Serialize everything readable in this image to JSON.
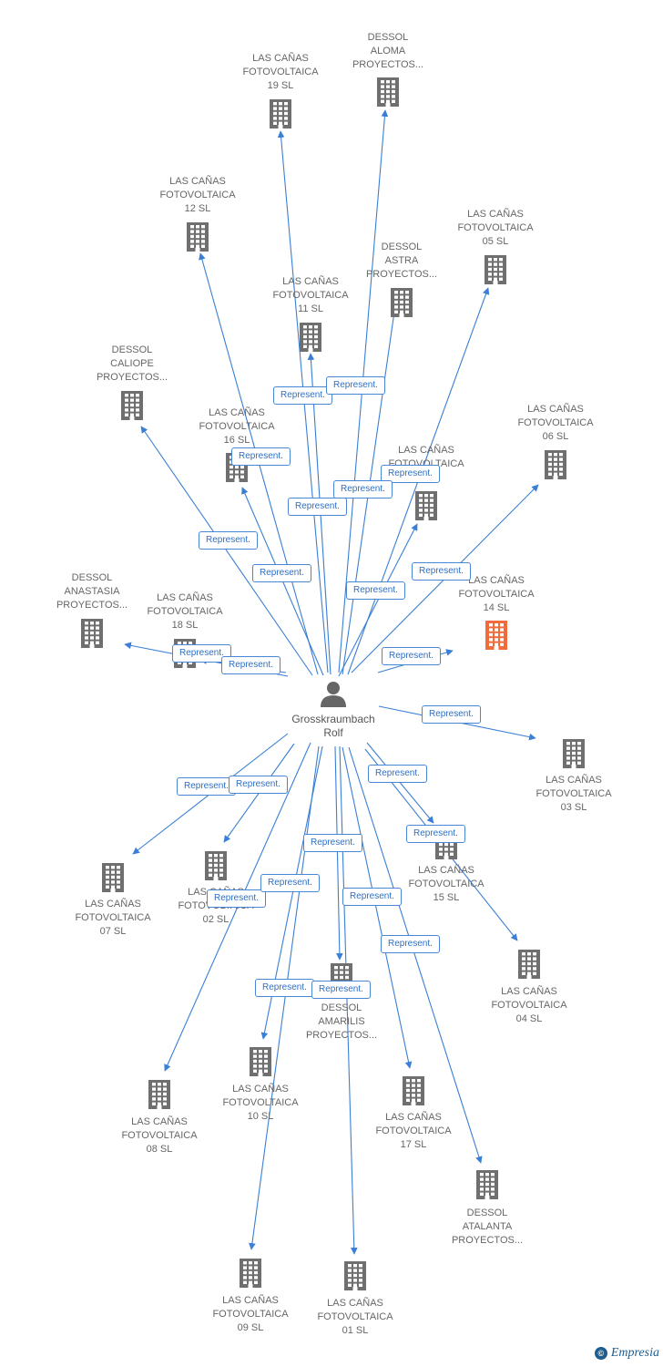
{
  "colors": {
    "edge": "#3a7fd5",
    "company_icon": "#6f6f6f",
    "company_highlight": "#f26b3a",
    "person_icon": "#666666"
  },
  "person": {
    "name_line1": "Grosskraumbach",
    "name_line2": "Rolf",
    "icon": "person-icon"
  },
  "edge_label_text": "Represent.",
  "nodes": [
    {
      "id": "n19",
      "lines": [
        "LAS CAÑAS",
        "FOTOVOLTAICA",
        "19 SL"
      ],
      "highlight": false
    },
    {
      "id": "aloma",
      "lines": [
        "DESSOL",
        "ALOMA",
        "PROYECTOS..."
      ],
      "highlight": false
    },
    {
      "id": "n12",
      "lines": [
        "LAS CAÑAS",
        "FOTOVOLTAICA",
        "12 SL"
      ],
      "highlight": false
    },
    {
      "id": "n05",
      "lines": [
        "LAS CAÑAS",
        "FOTOVOLTAICA",
        "05 SL"
      ],
      "highlight": false
    },
    {
      "id": "astra",
      "lines": [
        "DESSOL",
        "ASTRA",
        "PROYECTOS..."
      ],
      "highlight": false
    },
    {
      "id": "n11",
      "lines": [
        "LAS CAÑAS",
        "FOTOVOLTAICA",
        "11 SL"
      ],
      "highlight": false
    },
    {
      "id": "caliope",
      "lines": [
        "DESSOL",
        "CALIOPE",
        "PROYECTOS..."
      ],
      "highlight": false
    },
    {
      "id": "n06",
      "lines": [
        "LAS CAÑAS",
        "FOTOVOLTAICA",
        "06 SL"
      ],
      "highlight": false
    },
    {
      "id": "n16",
      "lines": [
        "LAS CAÑAS",
        "FOTOVOLTAICA",
        "16 SL"
      ],
      "highlight": false
    },
    {
      "id": "n13",
      "lines": [
        "LAS CAÑAS",
        "FOTOVOLTAICA"
      ],
      "highlight": false
    },
    {
      "id": "anastasia",
      "lines": [
        "DESSOL",
        "ANASTASIA",
        "PROYECTOS..."
      ],
      "highlight": false
    },
    {
      "id": "n18",
      "lines": [
        "LAS CAÑAS",
        "FOTOVOLTAICA",
        "18 SL"
      ],
      "highlight": false
    },
    {
      "id": "n14",
      "lines": [
        "LAS CAÑAS",
        "FOTOVOLTAICA",
        "14 SL"
      ],
      "highlight": true
    },
    {
      "id": "n03",
      "lines": [
        "LAS CAÑAS",
        "FOTOVOLTAICA",
        "03 SL"
      ],
      "highlight": false
    },
    {
      "id": "n15",
      "lines": [
        "LAS CAÑAS",
        "FOTOVOLTAICA",
        "15 SL"
      ],
      "highlight": false
    },
    {
      "id": "n07",
      "lines": [
        "LAS CAÑAS",
        "FOTOVOLTAICA",
        "07 SL"
      ],
      "highlight": false
    },
    {
      "id": "n02",
      "lines": [
        "LAS CAÑAS",
        "FOTOVOLTAICA",
        "02 SL"
      ],
      "highlight": false
    },
    {
      "id": "n04",
      "lines": [
        "LAS CAÑAS",
        "FOTOVOLTAICA",
        "04 SL"
      ],
      "highlight": false
    },
    {
      "id": "amarilis",
      "lines": [
        "DESSOL",
        "AMARILIS",
        "PROYECTOS..."
      ],
      "highlight": false
    },
    {
      "id": "n10",
      "lines": [
        "LAS CAÑAS",
        "FOTOVOLTAICA",
        "10 SL"
      ],
      "highlight": false
    },
    {
      "id": "n08",
      "lines": [
        "LAS CAÑAS",
        "FOTOVOLTAICA",
        "08 SL"
      ],
      "highlight": false
    },
    {
      "id": "n17",
      "lines": [
        "LAS CAÑAS",
        "FOTOVOLTAICA",
        "17 SL"
      ],
      "highlight": false
    },
    {
      "id": "atalanta",
      "lines": [
        "DESSOL",
        "ATALANTA",
        "PROYECTOS..."
      ],
      "highlight": false
    },
    {
      "id": "n09",
      "lines": [
        "LAS CAÑAS",
        "FOTOVOLTAICA",
        "09 SL"
      ],
      "highlight": false
    },
    {
      "id": "n01",
      "lines": [
        "LAS CAÑAS",
        "FOTOVOLTAICA",
        "01 SL"
      ],
      "highlight": false
    }
  ],
  "footer": {
    "copyright_symbol": "©",
    "brand": "Empresia"
  }
}
